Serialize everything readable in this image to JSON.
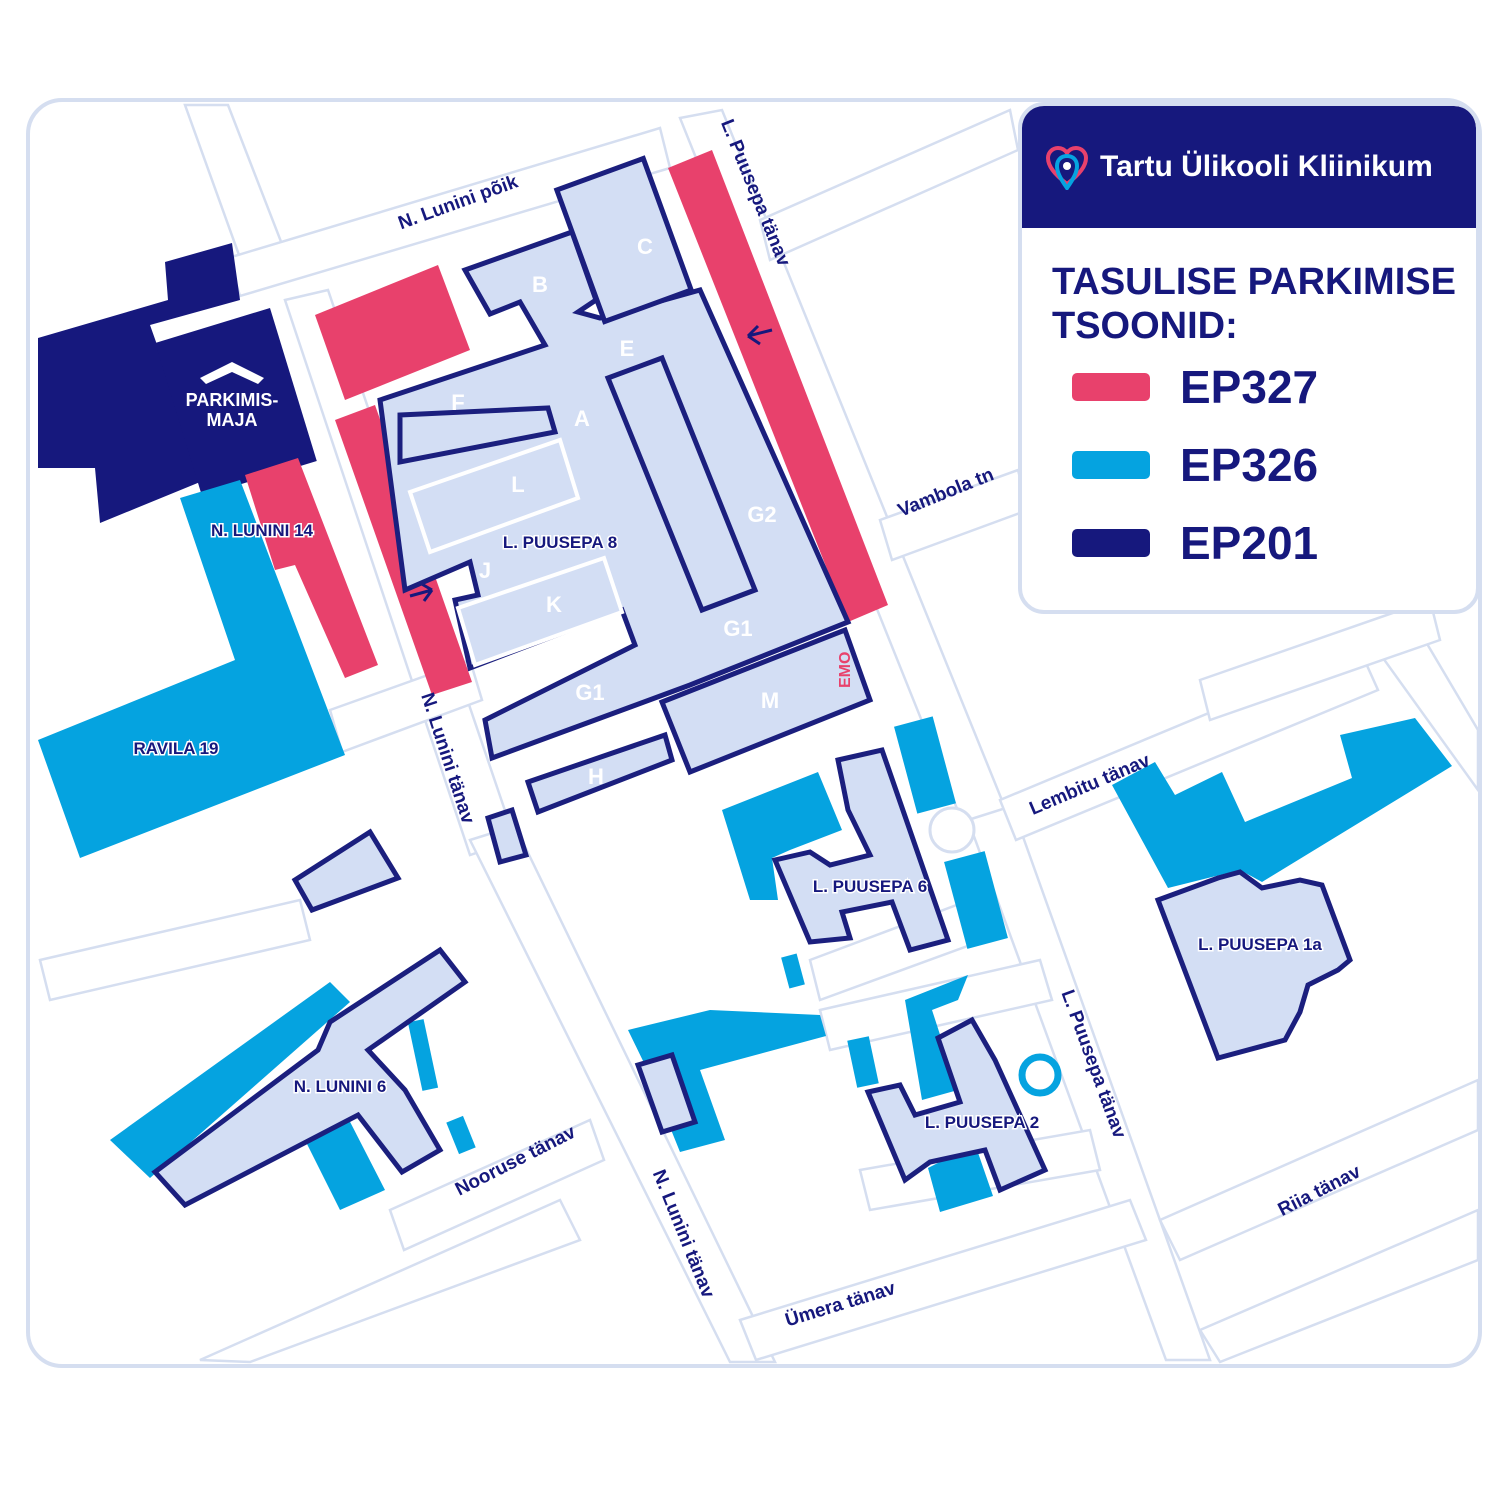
{
  "brand": {
    "name": "Tartu Ülikooli Kliinikum",
    "logo_icon": "heart-pin-logo-icon"
  },
  "legend": {
    "title": "TASULISE PARKIMISE TSOONID:",
    "zones": [
      {
        "code": "EP327",
        "color": "#e8416c"
      },
      {
        "code": "EP326",
        "color": "#05a3e0"
      },
      {
        "code": "EP201",
        "color": "#16187d"
      }
    ]
  },
  "streets": {
    "lunini_poik": "N. Lunini põik",
    "puusepa_tanav_top": "L. Puusepa tänav",
    "vambola": "Vambola tn",
    "lunini_tanav_mid": "N. Lunini tänav",
    "lembitu": "Lembitu tänav",
    "puusepa_tanav_right": "L. Puusepa tänav",
    "nooruse": "Nooruse tänav",
    "lunini_tanav_bottom": "N. Lunini tänav",
    "riia": "Riia tänav",
    "umera": "Ümera tänav"
  },
  "buildings": {
    "parkimismaja_1": "PARKIMIS-",
    "parkimismaja_2": "MAJA",
    "lunini14": "N. LUNINI 14",
    "ravila19": "RAVILA 19",
    "puusepa8": "L. PUUSEPA 8",
    "puusepa6": "L. PUUSEPA 6",
    "puusepa1a": "L. PUUSEPA 1a",
    "lunini6": "N. LUNINI 6",
    "puusepa2": "L. PUUSEPA 2",
    "emo": "EMO"
  },
  "wings": {
    "a": "A",
    "b": "B",
    "c": "C",
    "e": "E",
    "f": "F",
    "l": "L",
    "j": "J",
    "k": "K",
    "g2": "G2",
    "g1_right": "G1",
    "g1_left": "G1",
    "m": "M",
    "h": "H"
  },
  "icons": {
    "parking_house": "chevron-up-icon",
    "direction_arrow": "arrow-icon"
  }
}
